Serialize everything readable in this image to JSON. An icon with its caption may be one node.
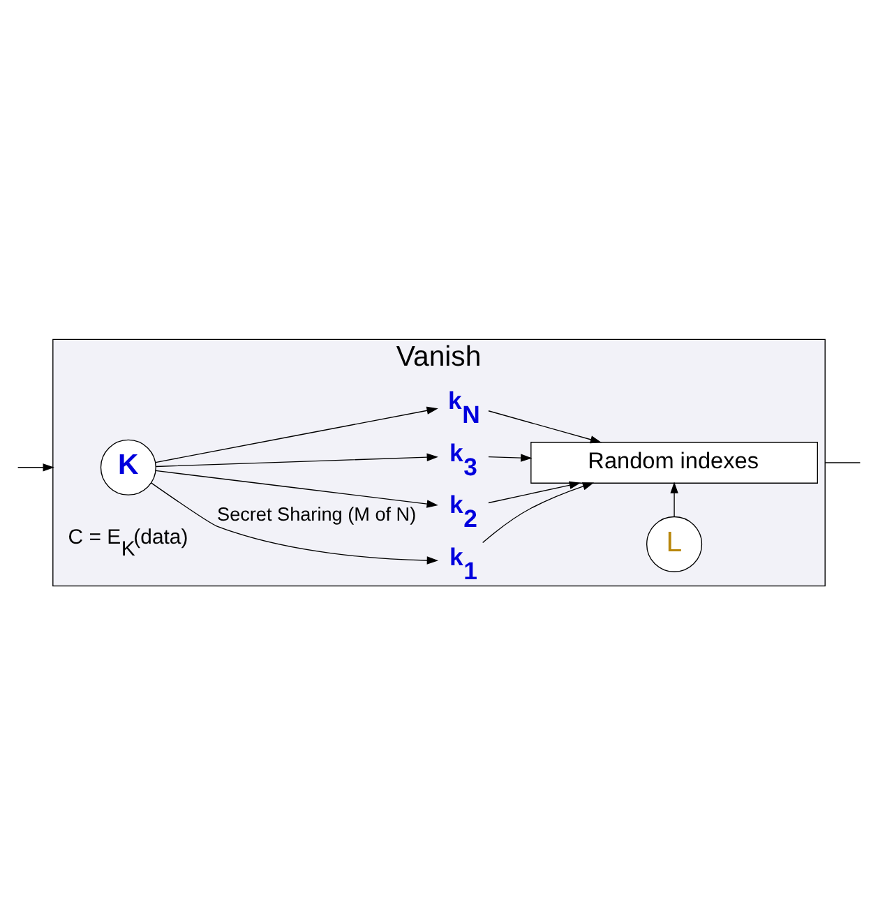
{
  "diagram": {
    "nodes": [
      {
        "text": [
          "Vanish"
        ]
      },
      {
        "text": [
          "L"
        ],
        "in": 0
      },
      {
        "text": [
          "K"
        ],
        "in": 0
      },
      {
        "text": [
          "k$_{1}$"
        ],
        "in": 0
      },
      {
        "text": [
          "k$_{2}$"
        ],
        "in": 0
      },
      {
        "text": [
          "k$_{3}$"
        ],
        "in": 0
      },
      {
        "text": [
          "k$_{N}$"
        ],
        "in": 0
      },
      {
        "text": [
          "Random indexes"
        ],
        "in": 0
      }
    ],
    "edges": [
      {
        "from": 0,
        "to": null,
        "arrow": "none"
      },
      {
        "from": null,
        "to": 0,
        "arrow": "to"
      },
      {
        "from": 2,
        "to": 3,
        "arrow": "to",
        "label": "Secret Sharing (M of N)"
      },
      {
        "from": 2,
        "to": 4,
        "arrow": "to"
      },
      {
        "from": 2,
        "to": 5,
        "arrow": "to"
      },
      {
        "from": 2,
        "to": 6,
        "arrow": "to"
      },
      {
        "from": 3,
        "to": 7,
        "arrow": "to"
      },
      {
        "from": 4,
        "to": 7,
        "arrow": "to"
      },
      {
        "from": 5,
        "to": 7,
        "arrow": "to"
      },
      {
        "from": 6,
        "to": 7,
        "arrow": "to"
      },
      {
        "from": 1,
        "to": 7,
        "arrow": "to"
      }
    ],
    "labels": [
      "C = E$_{K}$(data)"
    ]
  }
}
